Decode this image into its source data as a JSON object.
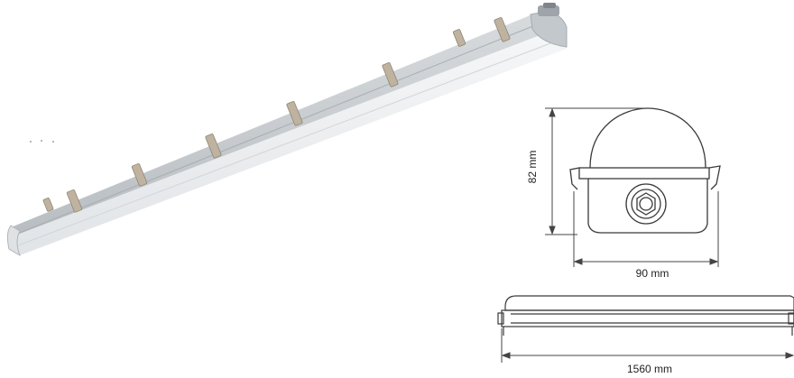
{
  "dimensions": {
    "height": "82 mm",
    "width": "90 mm",
    "length": "1560 mm"
  },
  "colors": {
    "housing": "#c8cdd0",
    "diffuser": "#eef0f2",
    "clip": "#b9a992",
    "line": "#3a3a3a"
  }
}
